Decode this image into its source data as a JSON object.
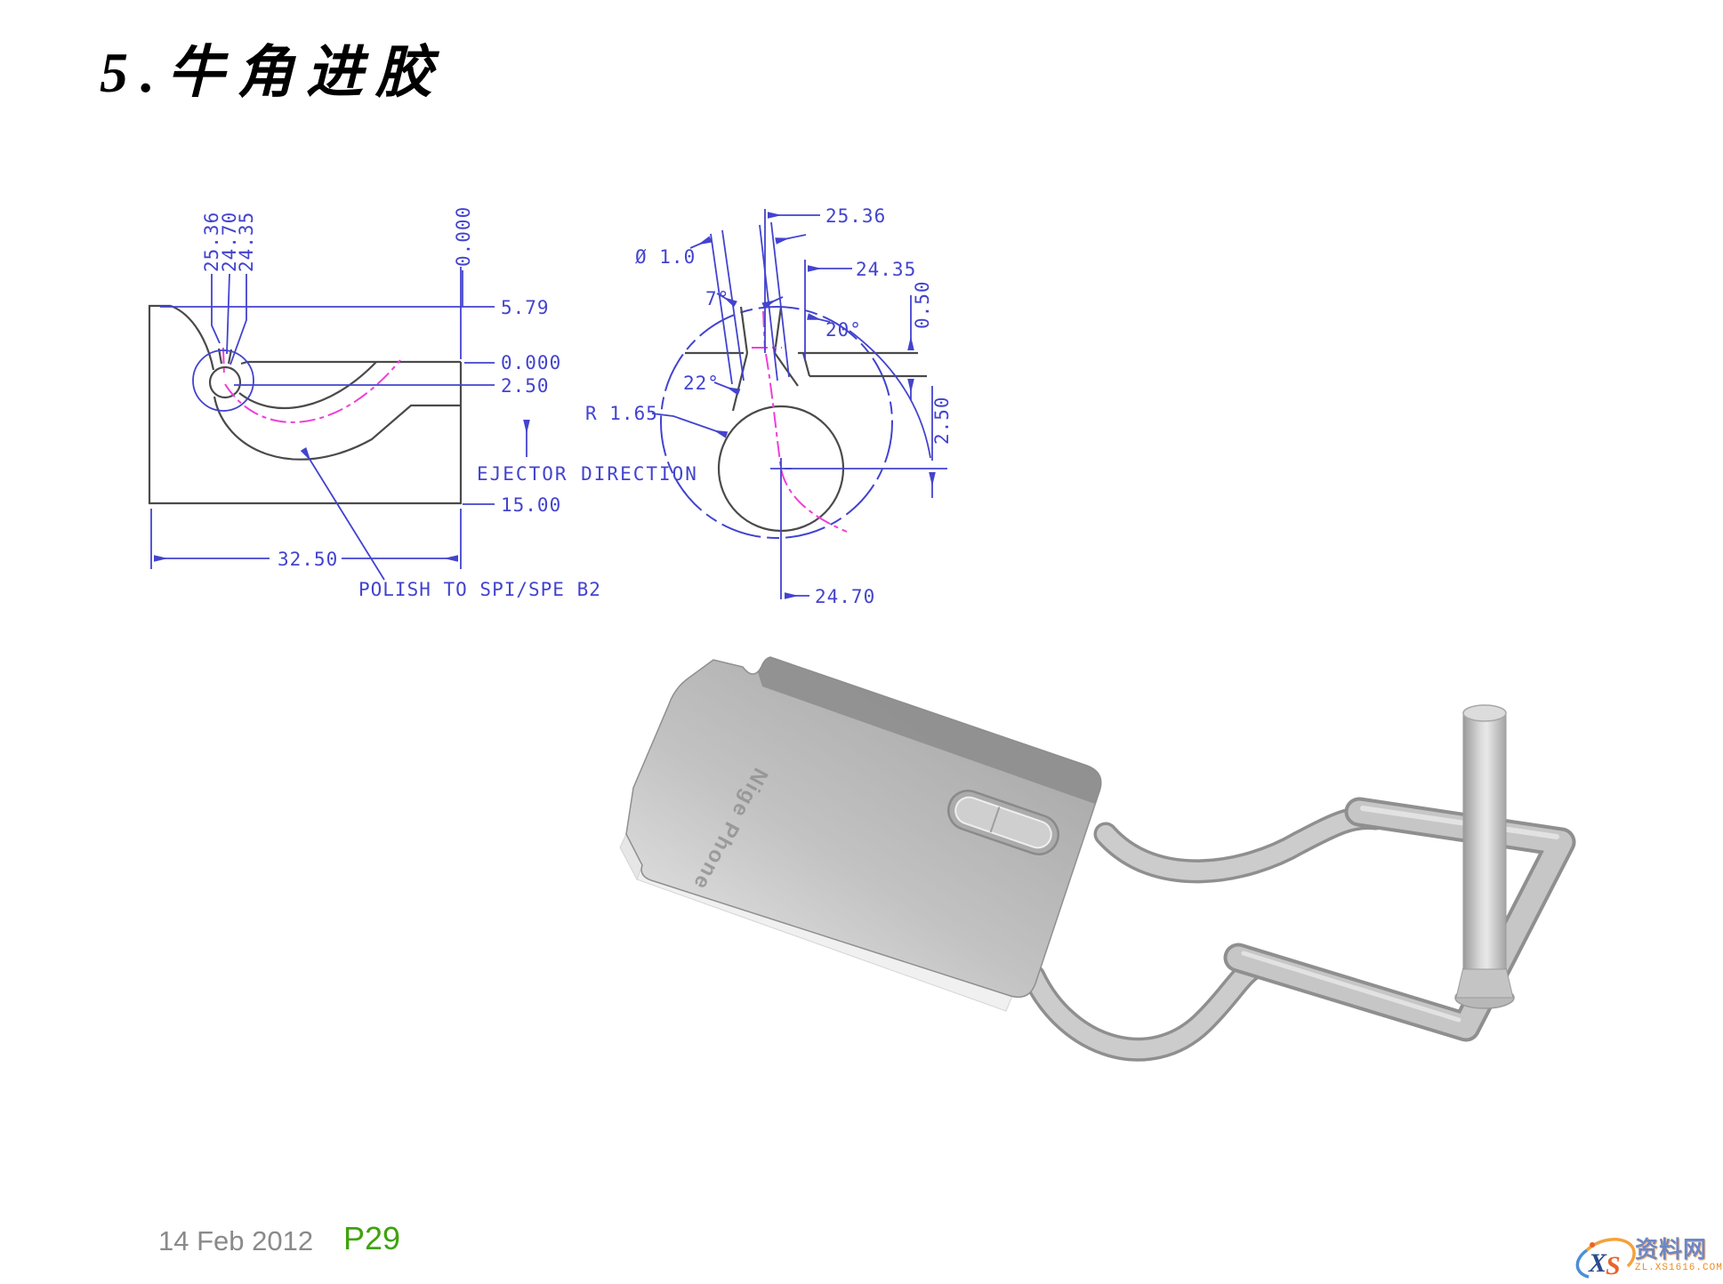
{
  "slide": {
    "title": "5.牛角进胶"
  },
  "left_view": {
    "coord_top_1": "25.36",
    "coord_top_2": "24.70",
    "coord_top_3": "24.35",
    "x_datum": "0.000",
    "level_top": "5.79",
    "level_datum": "0.000",
    "level_gate": "2.50",
    "level_bottom": "15.00",
    "width": "32.50",
    "ejector": "EJECTOR DIRECTION",
    "polish_note": "POLISH TO SPI/SPE B2"
  },
  "detail_view": {
    "dim_top": "25.36",
    "dim_mid": "24.35",
    "dim_bottom": "24.70",
    "gate_diameter": "Ø 1.0",
    "angle_taper": "7°",
    "angle_20": "20°",
    "angle_22": "22°",
    "radius": "R 1.65",
    "step": "0.50",
    "depth": "2.50"
  },
  "model_3d": {
    "engraving": "Nige Phone"
  },
  "footer": {
    "date": "14 Feb 2012",
    "page": "P29"
  },
  "watermark": {
    "logo": "XS",
    "name": "资料网",
    "url": "ZL.XS1616.COM"
  },
  "colors": {
    "dimension_blue": "#4343cf",
    "part_line_gray": "#4a4a4a",
    "centerline_magenta": "#ee3fd8",
    "page_number_green": "#3fa30c",
    "date_gray": "#8a8a8a",
    "watermark_orange": "#ef8b1f",
    "watermark_blue": "#6d87c5"
  }
}
